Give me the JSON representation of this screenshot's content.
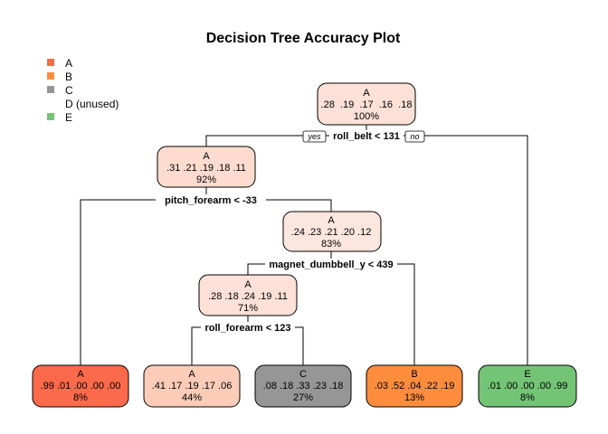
{
  "title": "Decision Tree Accuracy Plot",
  "legend": [
    {
      "label": "A",
      "color": "#f46d43",
      "swatch": true
    },
    {
      "label": "B",
      "color": "#fd8d3c",
      "swatch": true
    },
    {
      "label": "C",
      "color": "#969696",
      "swatch": true
    },
    {
      "label": "D (unused)",
      "color": "#ffffff",
      "swatch": false
    },
    {
      "label": "E",
      "color": "#74c476",
      "swatch": true
    }
  ],
  "tags": {
    "yes": "yes",
    "no": "no"
  },
  "nodes": [
    {
      "id": "n1",
      "cls": "A",
      "probs": ".28  .19  .17  .16  .18",
      "pct": "100%",
      "color": "#fde0d6"
    },
    {
      "id": "n2",
      "cls": "A",
      "probs": ".31  .21  .19  .18  .11",
      "pct": "92%",
      "color": "#fddccf"
    },
    {
      "id": "n3",
      "cls": "A",
      "probs": ".24  .23  .21  .20  .12",
      "pct": "83%",
      "color": "#fde6de"
    },
    {
      "id": "n4",
      "cls": "A",
      "probs": ".28  .18  .24  .19  .11",
      "pct": "71%",
      "color": "#fde0d6"
    },
    {
      "id": "l1",
      "cls": "A",
      "probs": ".99  .01  .00  .00  .00",
      "pct": "8%",
      "color": "#fb6a4a"
    },
    {
      "id": "l2",
      "cls": "A",
      "probs": ".41  .17  .19  .17  .06",
      "pct": "44%",
      "color": "#fcccb9"
    },
    {
      "id": "l3",
      "cls": "C",
      "probs": ".08  .18  .33  .23  .18",
      "pct": "27%",
      "color": "#969696"
    },
    {
      "id": "l4",
      "cls": "B",
      "probs": ".03  .52  .04  .22  .19",
      "pct": "13%",
      "color": "#fd8d3c"
    },
    {
      "id": "l5",
      "cls": "E",
      "probs": ".01  .00  .00  .00  .99",
      "pct": "8%",
      "color": "#74c476"
    }
  ],
  "splits": [
    {
      "id": "s1",
      "label": "roll_belt < 131"
    },
    {
      "id": "s2",
      "label": "pitch_forearm < -33"
    },
    {
      "id": "s3",
      "label": "magnet_dumbbell_y < 439"
    },
    {
      "id": "s4",
      "label": "roll_forearm < 123"
    }
  ]
}
